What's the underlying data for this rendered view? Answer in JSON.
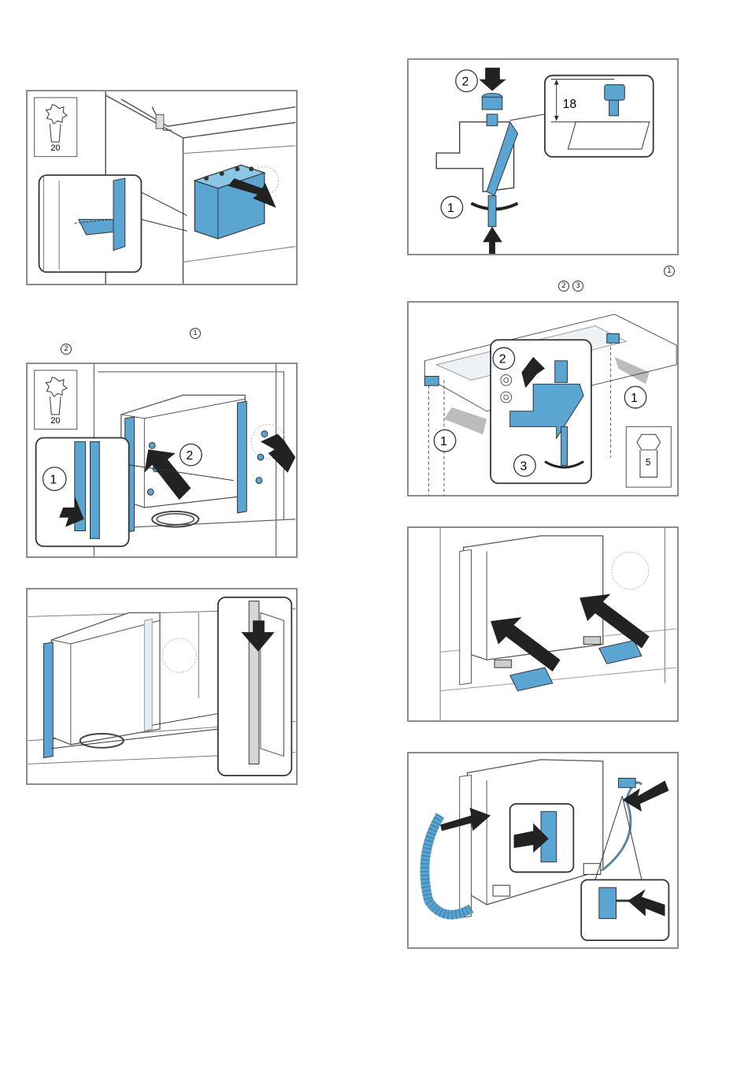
{
  "figure1": {
    "torx_size": "20"
  },
  "figure2": {
    "torx_size": "20",
    "step1": "1",
    "step2": "2"
  },
  "caption_a": {
    "step1": "1",
    "step2": "2"
  },
  "figure4": {
    "step1": "1",
    "step2": "2",
    "height_label": "18"
  },
  "caption_b": {
    "step1": "1",
    "step2": "2",
    "step3": "3"
  },
  "figure5": {
    "step1a": "1",
    "step1b": "1",
    "step2": "2",
    "step3": "3",
    "hex_size": "5"
  },
  "colors": {
    "accent": "#5ba5d3",
    "frame": "#8c8c8c",
    "line": "#333333"
  }
}
